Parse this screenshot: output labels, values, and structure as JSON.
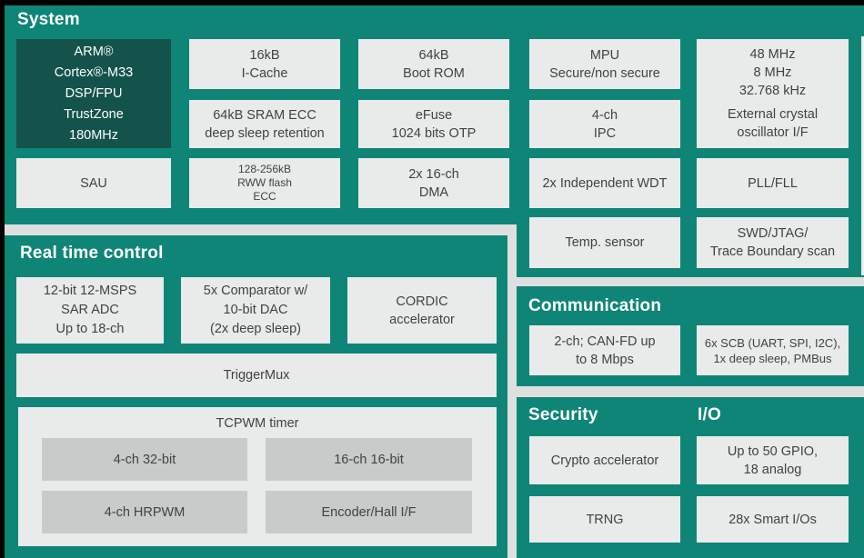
{
  "colors": {
    "teal": "#0E8577",
    "teal_dark": "#14534B",
    "block_bg": "#E9EAEA",
    "subblock_bg": "#C9CACA",
    "gap_bg": "#DEE0E0",
    "frame": "#000000",
    "ink": "#3F4344",
    "ink_light": "#FFFFFF"
  },
  "system": {
    "title": "System",
    "arm": [
      "ARM®",
      "Cortex®-M33",
      "DSP/FPU",
      "TrustZone",
      "180MHz"
    ],
    "icache": [
      "16kB",
      "I-Cache"
    ],
    "bootrom": [
      "64kB",
      "Boot ROM"
    ],
    "mpu": [
      "MPU",
      "Secure/non secure"
    ],
    "clock_freqs": [
      "48 MHz",
      "8 MHz",
      "32.768 kHz"
    ],
    "clock_label": [
      "External crystal",
      "oscillator I/F"
    ],
    "sram": [
      "64kB SRAM ECC",
      "deep sleep retention"
    ],
    "efuse": [
      "eFuse",
      "1024 bits OTP"
    ],
    "ipc": [
      "4-ch",
      "IPC"
    ],
    "sau": "SAU",
    "flash": [
      "128-256kB",
      "RWW flash",
      "ECC"
    ],
    "dma": [
      "2x 16-ch",
      "DMA"
    ],
    "wdt": "2x Independent WDT",
    "pll": "PLL/FLL",
    "temp": "Temp. sensor",
    "swd": [
      "SWD/JTAG/",
      "Trace Boundary scan"
    ]
  },
  "realtime": {
    "title": "Real time control",
    "adc": [
      "12-bit 12-MSPS",
      "SAR ADC",
      "Up to 18-ch"
    ],
    "comparator": [
      "5x Comparator w/",
      "10-bit DAC",
      "(2x deep sleep)"
    ],
    "cordic": [
      "CORDIC",
      "accelerator"
    ],
    "triggermux": "TriggerMux",
    "tcpwm": {
      "title": "TCPWM timer",
      "items": [
        "4-ch 32-bit",
        "16-ch 16-bit",
        "4-ch HRPWM",
        "Encoder/Hall I/F"
      ]
    }
  },
  "communication": {
    "title": "Communication",
    "canfd": [
      "2-ch; CAN-FD up",
      "to 8 Mbps"
    ],
    "scb": [
      "6x SCB (UART, SPI, I2C),",
      "1x deep sleep, PMBus"
    ]
  },
  "security": {
    "title": "Security",
    "crypto": "Crypto accelerator",
    "trng": "TRNG"
  },
  "io": {
    "title": "I/O",
    "gpio": [
      "Up to 50 GPIO,",
      "18 analog"
    ],
    "smartio": "28x Smart I/Os"
  }
}
